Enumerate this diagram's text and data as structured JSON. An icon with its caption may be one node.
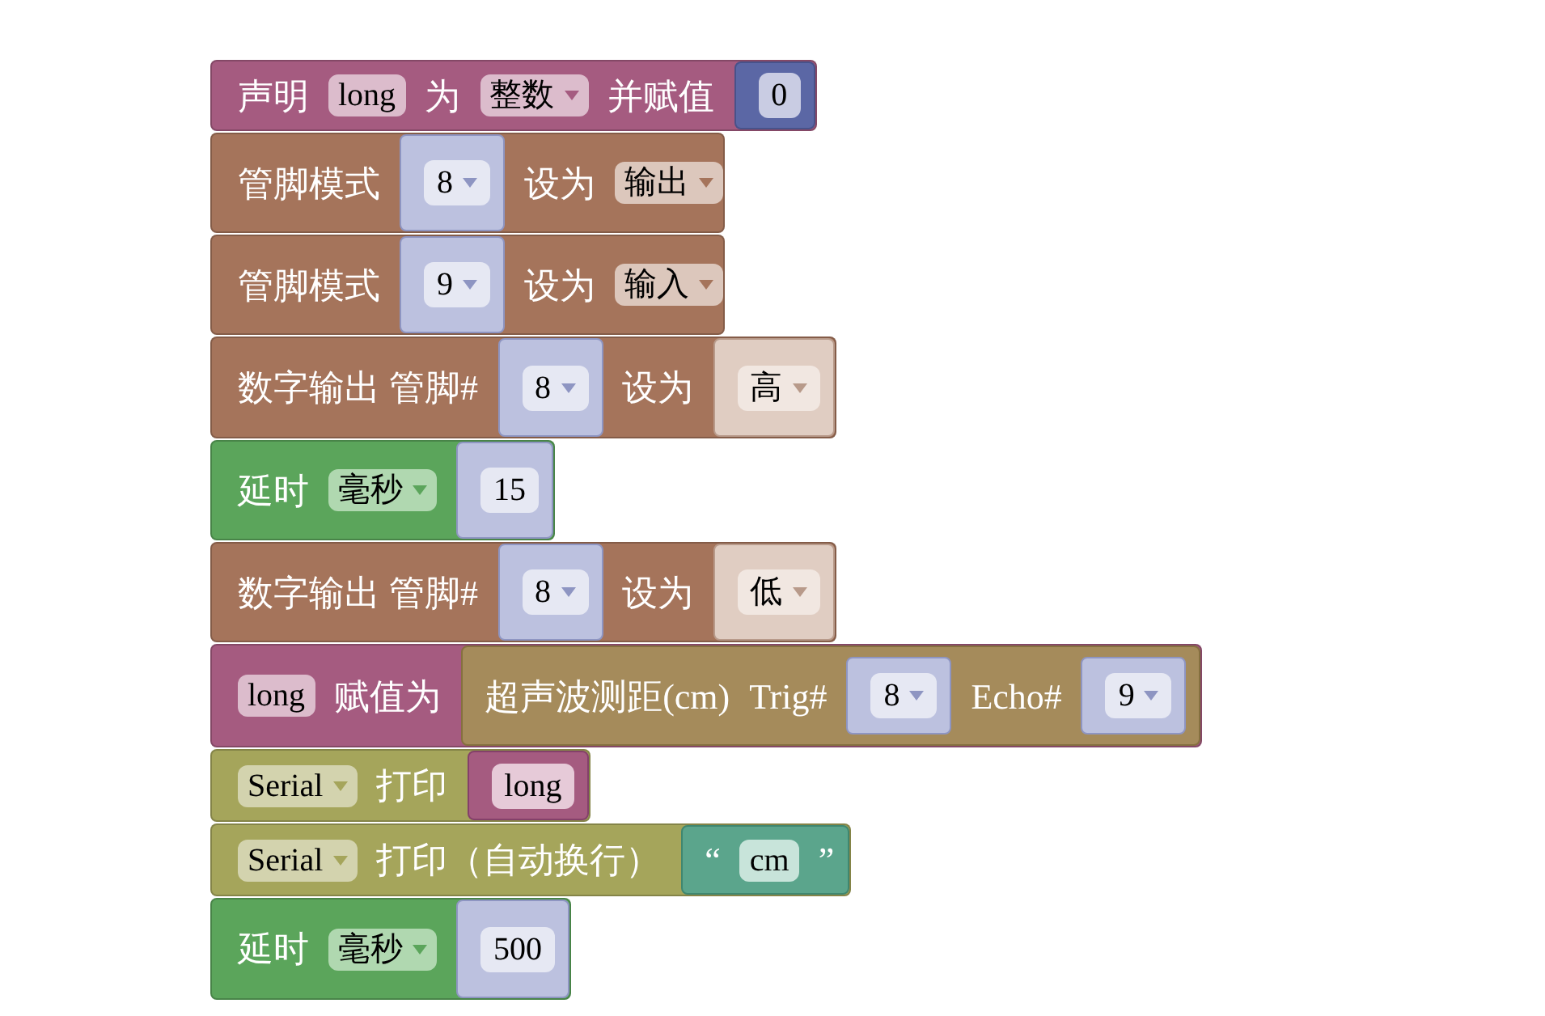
{
  "diagram": {
    "nodes": [
      {
        "text": [
          "声明",
          "为",
          "并赋值"
        ]
      },
      {
        "text": [
          "long"
        ],
        "in": 0
      },
      {
        "text": [
          "整数"
        ],
        "in": 0
      },
      {
        "text": [
          "0"
        ],
        "in": 0
      },
      {
        "text": [
          "管脚模式",
          "设为"
        ]
      },
      {
        "text": [
          "8"
        ],
        "in": 4
      },
      {
        "text": [
          "输出"
        ],
        "in": 4
      },
      {
        "text": [
          "管脚模式",
          "设为"
        ]
      },
      {
        "text": [
          "9"
        ],
        "in": 7
      },
      {
        "text": [
          "输入"
        ],
        "in": 7
      },
      {
        "text": [
          "数字输出 管脚#",
          "设为"
        ]
      },
      {
        "text": [
          "8"
        ],
        "in": 10
      },
      {
        "text": [
          "高"
        ],
        "in": 10
      },
      {
        "text": [
          "延时"
        ]
      },
      {
        "text": [
          "毫秒"
        ],
        "in": 13
      },
      {
        "text": [
          "15"
        ],
        "in": 13
      },
      {
        "text": [
          "数字输出 管脚#",
          "设为"
        ]
      },
      {
        "text": [
          "8"
        ],
        "in": 16
      },
      {
        "text": [
          "低"
        ],
        "in": 16
      },
      {
        "text": [
          "赋值为"
        ]
      },
      {
        "text": [
          "long"
        ],
        "in": 19
      },
      {
        "text": [
          "超声波测距(cm)",
          "Trig#",
          "Echo#"
        ],
        "in": 19
      },
      {
        "text": [
          "8"
        ],
        "in": 21
      },
      {
        "text": [
          "9"
        ],
        "in": 21
      },
      {
        "text": [
          "打印"
        ]
      },
      {
        "text": [
          "Serial"
        ],
        "in": 24
      },
      {
        "text": [
          "long"
        ],
        "in": 24
      },
      {
        "text": [
          "打印（自动换行）"
        ]
      },
      {
        "text": [
          "Serial"
        ],
        "in": 27
      },
      {
        "text": [
          "“",
          "”"
        ],
        "in": 27
      },
      {
        "text": [
          "cm"
        ],
        "in": 29
      },
      {
        "text": [
          "延时"
        ]
      },
      {
        "text": [
          "毫秒"
        ],
        "in": 31
      },
      {
        "text": [
          "500"
        ],
        "in": 31
      }
    ]
  }
}
